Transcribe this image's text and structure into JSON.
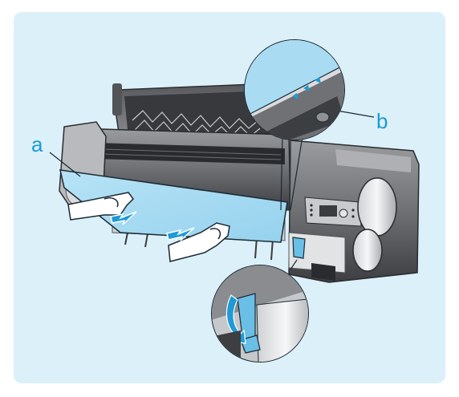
{
  "callouts": {
    "a": "a",
    "b": "b"
  },
  "colors": {
    "panel_background": "#dcf0fa",
    "paper": "#a9dcf3",
    "lever": "#69bfe6",
    "callout_text": "#1a9bd6",
    "arrow": "#1e9ad6",
    "printer_body": "#7a7c80",
    "printer_dark": "#2a2b2e"
  },
  "icons": [
    "printer-illustration",
    "paper-sheet",
    "pull-arrow-icon",
    "release-lever-icon",
    "rotate-arrow-icon",
    "magnifier-inset"
  ]
}
